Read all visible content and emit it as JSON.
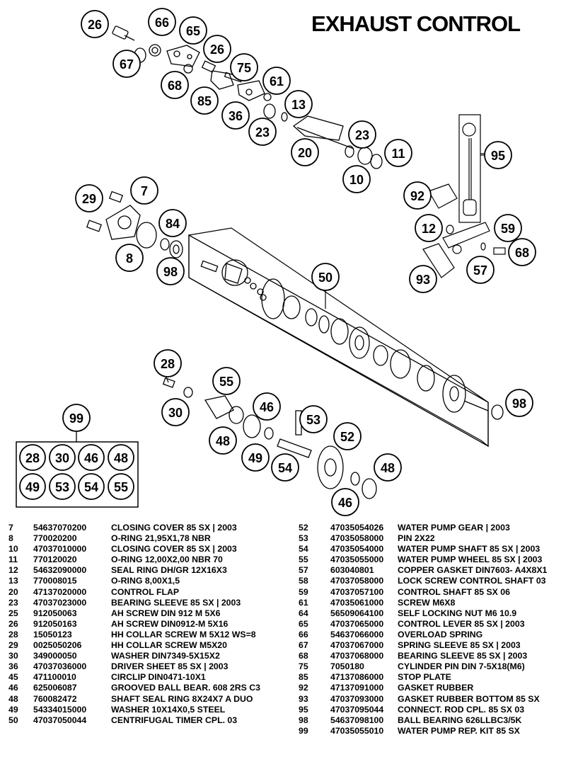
{
  "title": "EXHAUST CONTROL",
  "callouts": [
    {
      "label": "26"
    },
    {
      "label": "66"
    },
    {
      "label": "65"
    },
    {
      "label": "67"
    },
    {
      "label": "26"
    },
    {
      "label": "75"
    },
    {
      "label": "68"
    },
    {
      "label": "61"
    },
    {
      "label": "85"
    },
    {
      "label": "13"
    },
    {
      "label": "36"
    },
    {
      "label": "23"
    },
    {
      "label": "23"
    },
    {
      "label": "20"
    },
    {
      "label": "11"
    },
    {
      "label": "10"
    },
    {
      "label": "95"
    },
    {
      "label": "29"
    },
    {
      "label": "7"
    },
    {
      "label": "92"
    },
    {
      "label": "84"
    },
    {
      "label": "12"
    },
    {
      "label": "59"
    },
    {
      "label": "8"
    },
    {
      "label": "98"
    },
    {
      "label": "68"
    },
    {
      "label": "57"
    },
    {
      "label": "50"
    },
    {
      "label": "93"
    },
    {
      "label": "28"
    },
    {
      "label": "55"
    },
    {
      "label": "98"
    },
    {
      "label": "46"
    },
    {
      "label": "30"
    },
    {
      "label": "53"
    },
    {
      "label": "99"
    },
    {
      "label": "48"
    },
    {
      "label": "52"
    },
    {
      "label": "49"
    },
    {
      "label": "54"
    },
    {
      "label": "48"
    },
    {
      "label": "46"
    }
  ],
  "kit_callouts": [
    "28",
    "30",
    "46",
    "48",
    "49",
    "53",
    "54",
    "55"
  ],
  "parts_left": [
    {
      "no": "7",
      "code": "54637070200",
      "desc": "CLOSING COVER 85 SX | 2003"
    },
    {
      "no": "8",
      "code": "770020200",
      "desc": "O-RING 21,95X1,78 NBR"
    },
    {
      "no": "10",
      "code": "47037010000",
      "desc": "CLOSING COVER 85 SX | 2003"
    },
    {
      "no": "11",
      "code": "770120020",
      "desc": "O-RING 12,00X2,00 NBR 70"
    },
    {
      "no": "12",
      "code": "54632090000",
      "desc": "SEAL RING DH/GR 12X16X3"
    },
    {
      "no": "13",
      "code": "770008015",
      "desc": "O-RING 8,00X1,5"
    },
    {
      "no": "20",
      "code": "47137020000",
      "desc": "CONTROL FLAP"
    },
    {
      "no": "23",
      "code": "47037023000",
      "desc": "BEARING SLEEVE 85 SX | 2003"
    },
    {
      "no": "25",
      "code": "912050063",
      "desc": "AH SCREW DIN 912 M 5X6"
    },
    {
      "no": "26",
      "code": "912050163",
      "desc": "AH SCREW DIN0912-M 5X16"
    },
    {
      "no": "28",
      "code": "15050123",
      "desc": "HH COLLAR SCREW M 5X12 WS=8"
    },
    {
      "no": "29",
      "code": "0025050206",
      "desc": "HH COLLAR SCREW M5X20"
    },
    {
      "no": "30",
      "code": "349000050",
      "desc": "WASHER DIN7349-5X15X2"
    },
    {
      "no": "36",
      "code": "47037036000",
      "desc": "DRIVER SHEET 85 SX | 2003"
    },
    {
      "no": "45",
      "code": "471100010",
      "desc": "CIRCLIP DIN0471-10X1"
    },
    {
      "no": "46",
      "code": "625006087",
      "desc": "GROOVED BALL BEAR. 608 2RS C3"
    },
    {
      "no": "48",
      "code": "760082472",
      "desc": "SHAFT SEAL RING 8X24X7 A DUO"
    },
    {
      "no": "49",
      "code": "54334015000",
      "desc": "WASHER 10X14X0,5 STEEL"
    },
    {
      "no": "50",
      "code": "47037050044",
      "desc": "CENTRIFUGAL TIMER CPL. 03"
    }
  ],
  "parts_right": [
    {
      "no": "52",
      "code": "47035054026",
      "desc": "WATER PUMP GEAR | 2003"
    },
    {
      "no": "53",
      "code": "47035058000",
      "desc": "PIN 2X22"
    },
    {
      "no": "54",
      "code": "47035054000",
      "desc": "WATER PUMP SHAFT 85 SX | 2003"
    },
    {
      "no": "55",
      "code": "47035055000",
      "desc": "WATER PUMP WHEEL 85 SX | 2003"
    },
    {
      "no": "57",
      "code": "603040801",
      "desc": "COPPER GASKET DIN7603- A4X8X1"
    },
    {
      "no": "58",
      "code": "47037058000",
      "desc": "LOCK SCREW CONTROL SHAFT 03"
    },
    {
      "no": "59",
      "code": "47037057100",
      "desc": "CONTROL SHAFT 85 SX 06"
    },
    {
      "no": "61",
      "code": "47035061000",
      "desc": "SCREW M6X8"
    },
    {
      "no": "64",
      "code": "56509064100",
      "desc": "SELF LOCKING NUT M6 10.9"
    },
    {
      "no": "65",
      "code": "47037065000",
      "desc": "CONTROL LEVER 85 SX | 2003"
    },
    {
      "no": "66",
      "code": "54637066000",
      "desc": "OVERLOAD SPRING"
    },
    {
      "no": "67",
      "code": "47037067000",
      "desc": "SPRING SLEEVE 85 SX | 2003"
    },
    {
      "no": "68",
      "code": "47037068000",
      "desc": "BEARING SLEEVE 85 SX | 2003"
    },
    {
      "no": "75",
      "code": "7050180",
      "desc": "CYLINDER PIN DIN 7-5X18(M6)"
    },
    {
      "no": "85",
      "code": "47137086000",
      "desc": "STOP PLATE"
    },
    {
      "no": "92",
      "code": "47137091000",
      "desc": "GASKET RUBBER"
    },
    {
      "no": "93",
      "code": "47037093000",
      "desc": "GASKET RUBBER BOTTOM 85 SX"
    },
    {
      "no": "95",
      "code": "47037095044",
      "desc": "CONNECT. ROD CPL. 85 SX 03"
    },
    {
      "no": "98",
      "code": "54637098100",
      "desc": "BALL BEARING 626LLBC3/5K"
    },
    {
      "no": "99",
      "code": "47035055010",
      "desc": "WATER PUMP REP. KIT 85 SX"
    }
  ]
}
